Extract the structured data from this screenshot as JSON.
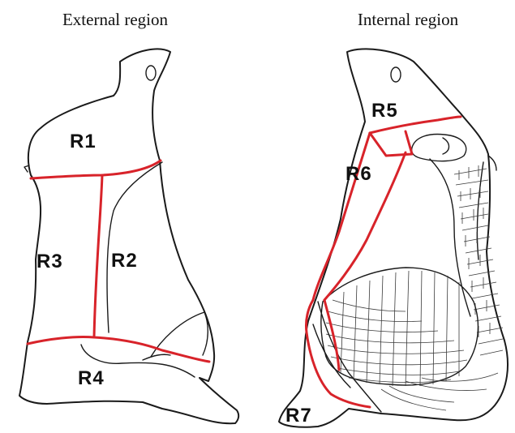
{
  "panels": {
    "external": {
      "title": "External region",
      "regions": [
        "R1",
        "R2",
        "R3",
        "R4"
      ]
    },
    "internal": {
      "title": "Internal region",
      "regions": [
        "R5",
        "R6",
        "R7"
      ]
    }
  },
  "colors": {
    "boundary": "#d8232a",
    "outline": "#1a1a1a",
    "background": "#ffffff"
  }
}
